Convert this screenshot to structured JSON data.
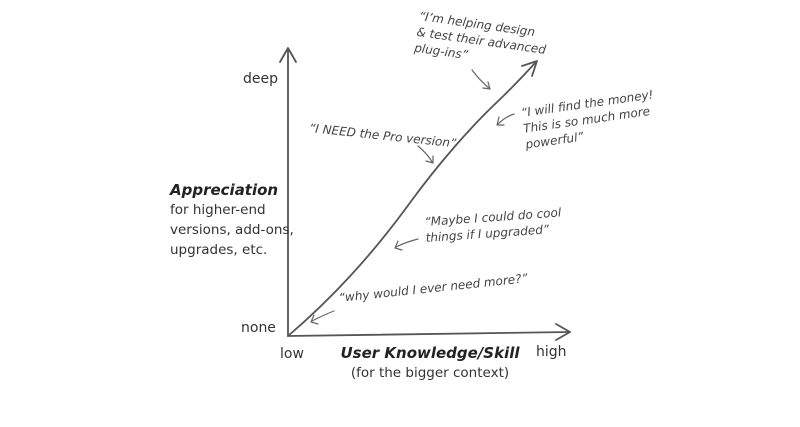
{
  "y_axis": {
    "high_label": "deep",
    "low_label": "none",
    "title": "Appreciation",
    "subtitle_lines": [
      "for higher-end",
      "versions, add-ons,",
      "upgrades, etc."
    ]
  },
  "x_axis": {
    "low_label": "low",
    "high_label": "high",
    "title": "User Knowledge/Skill",
    "subtitle": "(for the bigger context)"
  },
  "quotes": {
    "q1_lines": [
      "“I’m helping design",
      "& test their advanced",
      "plug-ins”"
    ],
    "q2_lines": [
      "“I will find the money!",
      "This is so much more",
      "powerful”"
    ],
    "q3": "“I NEED the Pro version”",
    "q4_lines": [
      "“Maybe I could do cool",
      "things if I upgraded”"
    ],
    "q5": "“why would I ever need more?”"
  }
}
